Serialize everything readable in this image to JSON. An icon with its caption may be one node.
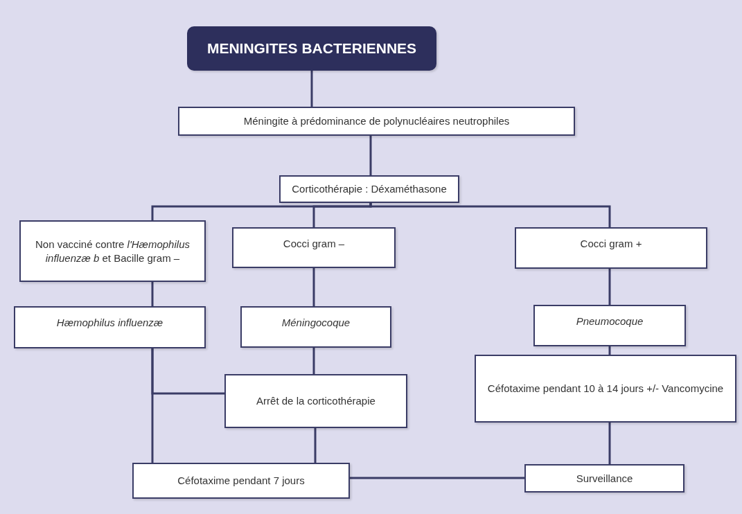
{
  "diagram": {
    "nodes": [
      {
        "text": [
          "MENINGITES BACTERIENNES"
        ]
      },
      {
        "text": [
          "Méningite à prédominance de polynucléaires neutrophiles"
        ]
      },
      {
        "text": [
          "Corticothérapie : Déxaméthasone"
        ]
      },
      {
        "text": [
          "Non vacciné contre *l'Hæmophilus influenzæ b* et Bacille gram –"
        ]
      },
      {
        "text": [
          "Cocci gram –"
        ]
      },
      {
        "text": [
          "Cocci gram +"
        ]
      },
      {
        "text": [
          "Hæmophilus influenzæ"
        ]
      },
      {
        "text": [
          "Méningocoque"
        ]
      },
      {
        "text": [
          "Pneumocoque"
        ]
      },
      {
        "text": [
          "Arrêt de la corticothérapie"
        ]
      },
      {
        "text": [
          "Céfotaxime pendant 10 à 14 jours +/- Vancomycine"
        ]
      },
      {
        "text": [
          "Céfotaxime pendant 7 jours"
        ]
      },
      {
        "text": [
          "Surveillance"
        ]
      }
    ],
    "edges": [
      {
        "from": 0,
        "to": 1,
        "arrow": "none"
      },
      {
        "from": 1,
        "to": 2,
        "arrow": "none"
      },
      {
        "from": 2,
        "to": 3,
        "arrow": "none"
      },
      {
        "from": 2,
        "to": 4,
        "arrow": "none"
      },
      {
        "from": 2,
        "to": 5,
        "arrow": "none"
      },
      {
        "from": 3,
        "to": 6,
        "arrow": "none"
      },
      {
        "from": 4,
        "to": 7,
        "arrow": "none"
      },
      {
        "from": 5,
        "to": 8,
        "arrow": "none"
      },
      {
        "from": 6,
        "to": 11,
        "arrow": "none"
      },
      {
        "from": 6,
        "to": 9,
        "arrow": "none"
      },
      {
        "from": 7,
        "to": 9,
        "arrow": "none"
      },
      {
        "from": 9,
        "to": 11,
        "arrow": "none"
      },
      {
        "from": 8,
        "to": 10,
        "arrow": "none"
      },
      {
        "from": 10,
        "to": 12,
        "arrow": "none"
      },
      {
        "from": 11,
        "to": 12,
        "arrow": "none"
      }
    ]
  }
}
